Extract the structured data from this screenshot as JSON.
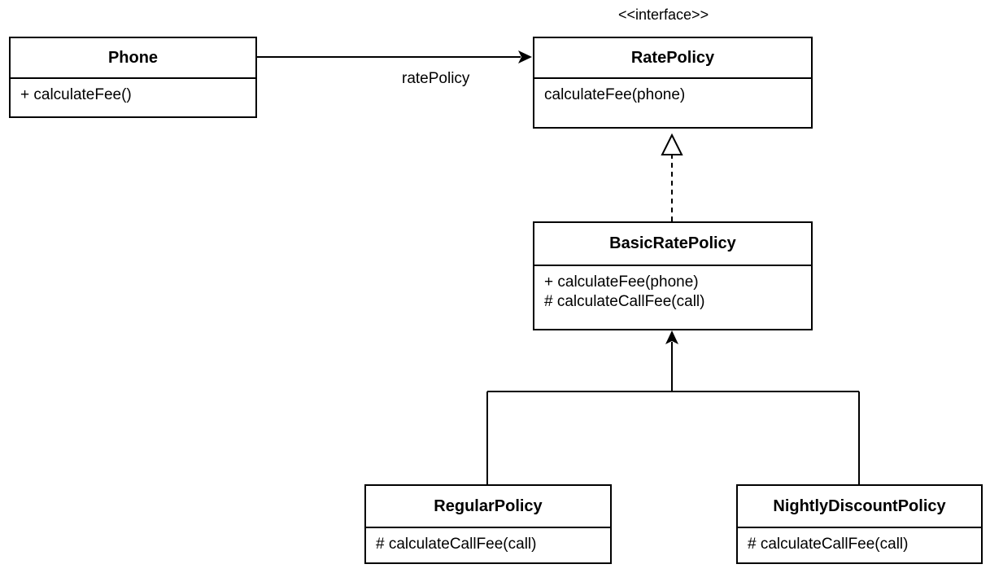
{
  "stereotype": "<<interface>>",
  "association_label": "ratePolicy",
  "classes": {
    "phone": {
      "name": "Phone",
      "members": [
        "+ calculateFee()"
      ]
    },
    "rate_policy": {
      "name": "RatePolicy",
      "members": [
        "calculateFee(phone)"
      ]
    },
    "basic_rate_policy": {
      "name": "BasicRatePolicy",
      "members": [
        "+ calculateFee(phone)",
        "# calculateCallFee(call)"
      ]
    },
    "regular_policy": {
      "name": "RegularPolicy",
      "members": [
        "# calculateCallFee(call)"
      ]
    },
    "nightly_discount_policy": {
      "name": "NightlyDiscountPolicy",
      "members": [
        "# calculateCallFee(call)"
      ]
    }
  },
  "relations": [
    {
      "type": "association",
      "from": "Phone",
      "to": "RatePolicy",
      "label": "ratePolicy"
    },
    {
      "type": "realization",
      "from": "BasicRatePolicy",
      "to": "RatePolicy"
    },
    {
      "type": "generalization",
      "from": "RegularPolicy",
      "to": "BasicRatePolicy"
    },
    {
      "type": "generalization",
      "from": "NightlyDiscountPolicy",
      "to": "BasicRatePolicy"
    }
  ],
  "colors": {
    "stroke": "#000000",
    "fill": "#ffffff"
  }
}
